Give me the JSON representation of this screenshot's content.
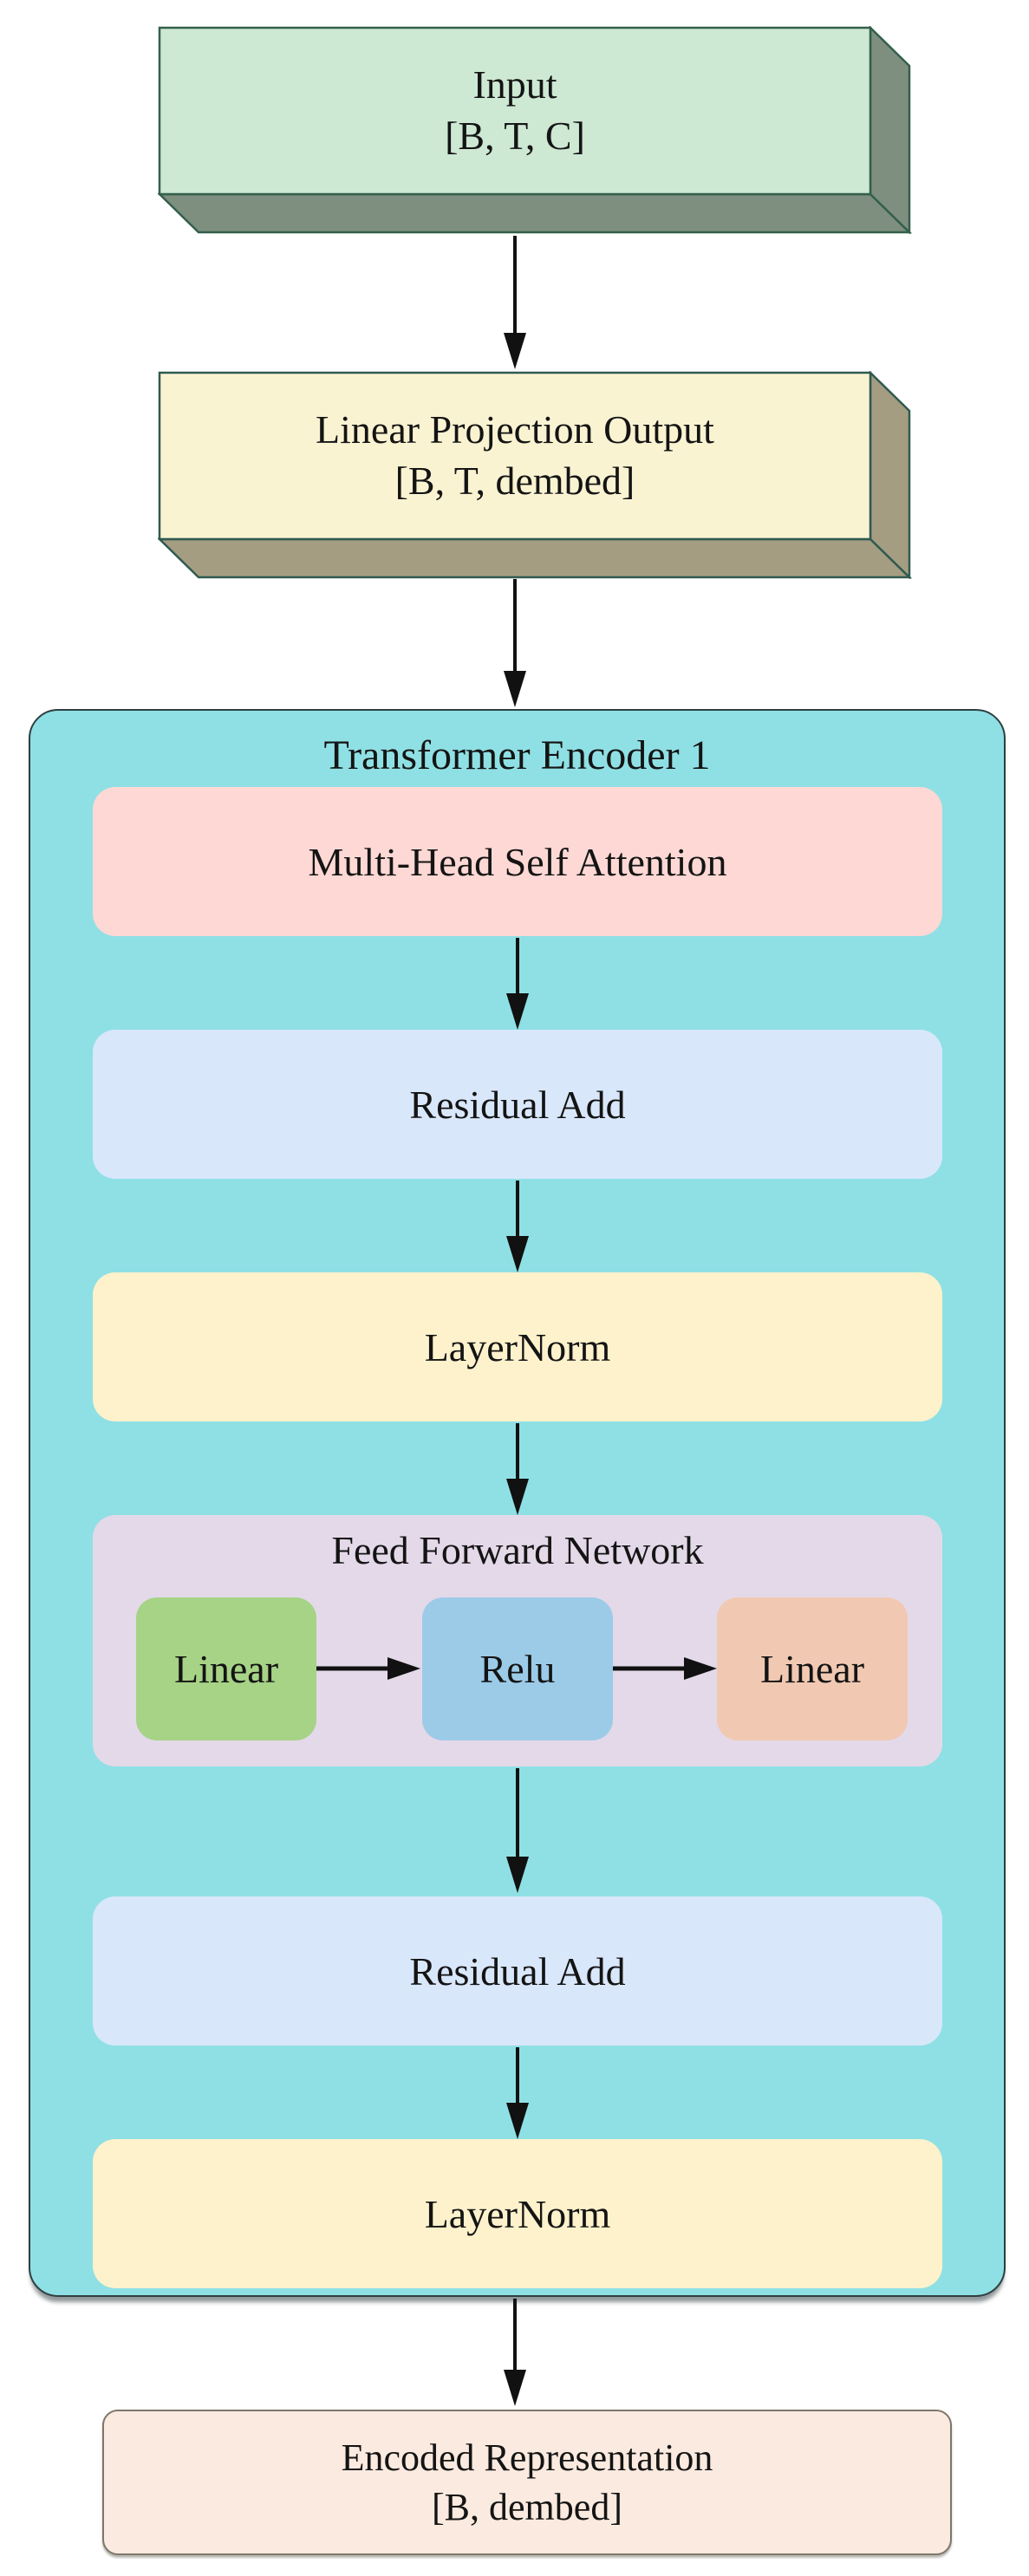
{
  "diagram": {
    "input_box": {
      "line1": "Input",
      "line2": "[B, T, C]"
    },
    "projection_box": {
      "line1": "Linear Projection Output",
      "line2": "[B, T, dembed]"
    },
    "encoder": {
      "title": "Transformer Encoder 1",
      "blocks": {
        "mhsa": "Multi-Head Self Attention",
        "residual1": "Residual Add",
        "layernorm1": "LayerNorm",
        "residual2": "Residual Add",
        "layernorm2": "LayerNorm"
      },
      "ffn": {
        "title": "Feed Forward Network",
        "linear1": "Linear",
        "relu": "Relu",
        "linear2": "Linear"
      }
    },
    "output_box": {
      "line1": "Encoded Representation",
      "line2": "[B, dembed]"
    }
  },
  "colors": {
    "input_face": "#cde8d3",
    "input_side": "#7e8f80",
    "input_border": "#33604b",
    "projection_face": "#faf3d2",
    "projection_side": "#a59d82",
    "projection_border": "#2f5a50",
    "encoder_background": "#8fe0e4",
    "encoder_border": "#2e3f42",
    "mhsa_fill": "#fdd8d4",
    "residual_fill": "#d9e7fb",
    "layernorm_fill": "#fdf2cc",
    "ffn_fill": "#e4d9e9",
    "ffn_linear1_fill": "#a6d386",
    "ffn_relu_fill": "#9ccbe8",
    "ffn_linear2_fill": "#f1c9b2",
    "encoded_fill": "#fbeadf",
    "encoded_border": "#7d776b",
    "arrow_color": "#111111",
    "text_color": "#141414"
  }
}
